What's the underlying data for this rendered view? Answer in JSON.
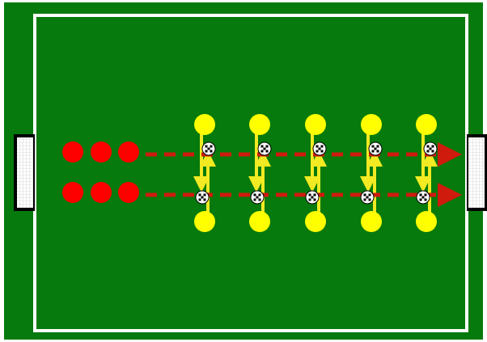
{
  "colors": {
    "pitch": "#067a0c",
    "line": "#ffffff",
    "goal_border": "#000000",
    "goal_net": "#ffffff",
    "red_player": "#ff0000",
    "red_path": "#ce1b0d",
    "yellow_player": "#ffff00",
    "yellow_path": "#f2ea22",
    "ball_dark": "#000000",
    "ball_light": "#ffffff"
  },
  "diagram": {
    "red_rows": 2,
    "red_players_per_row": 3,
    "yellow_columns": 5,
    "balls_per_column": 2
  }
}
